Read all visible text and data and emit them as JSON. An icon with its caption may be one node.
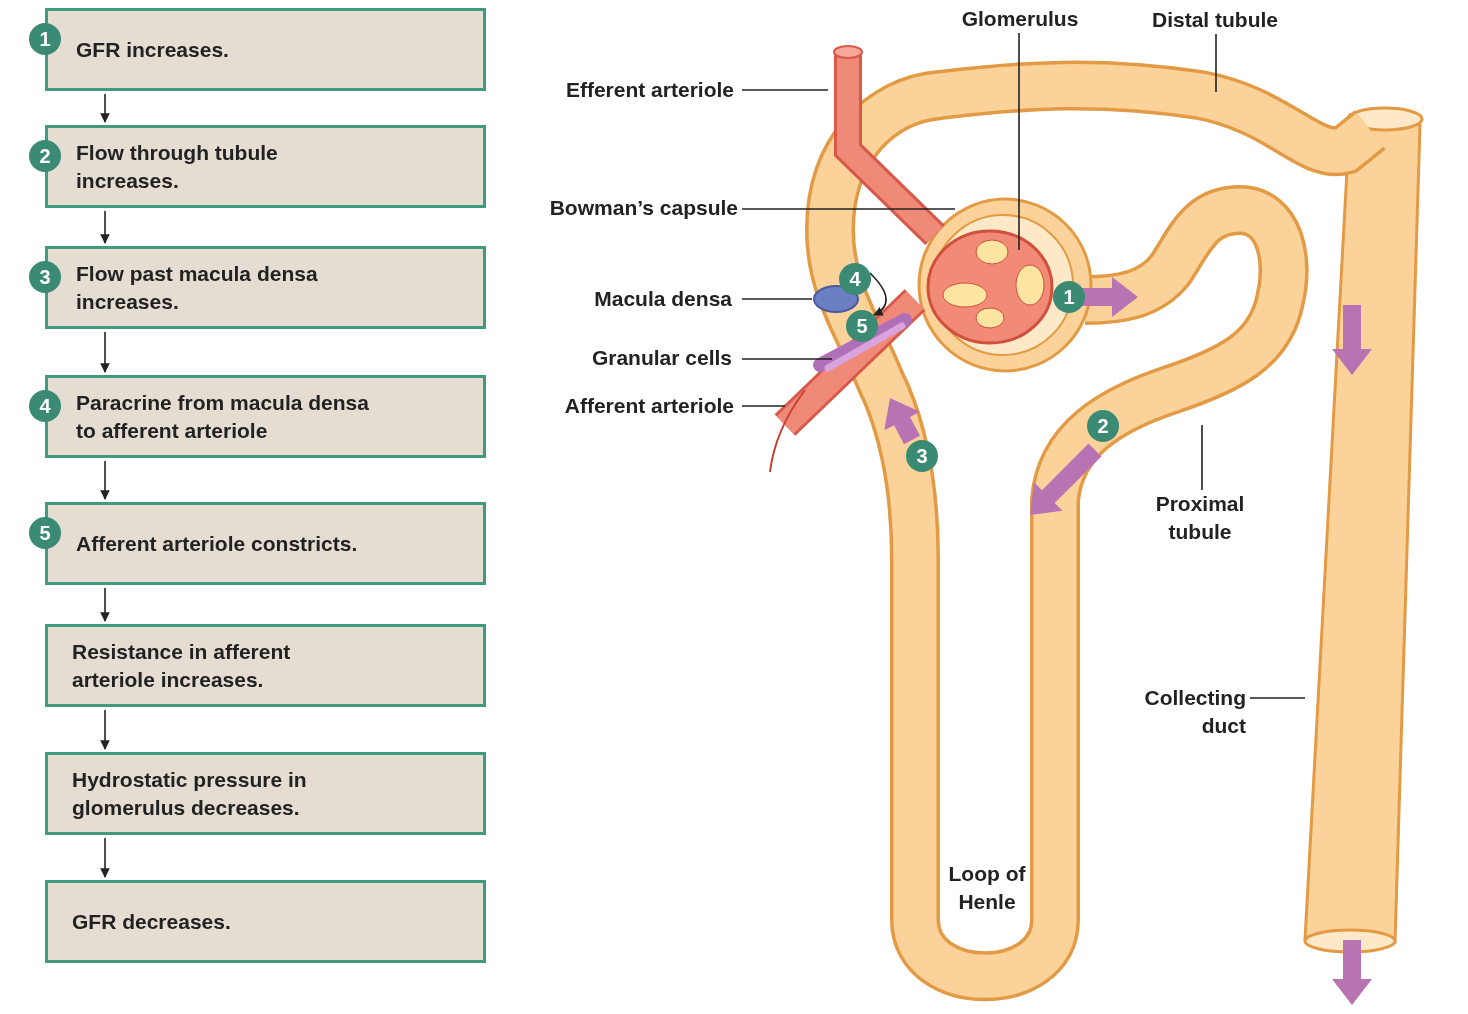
{
  "diagram": {
    "nodes": [
      {
        "text": [
          "1",
          "GFR increases."
        ]
      },
      {
        "text": [
          "2",
          "Flow through tubule increases."
        ]
      },
      {
        "text": [
          "3",
          "Flow past macula densa increases."
        ]
      },
      {
        "text": [
          "4",
          "Paracrine from macula densa to afferent arteriole"
        ]
      },
      {
        "text": [
          "5",
          "Afferent arteriole constricts."
        ]
      },
      {
        "text": [
          "Resistance in afferent arteriole increases."
        ]
      },
      {
        "text": [
          "Hydrostatic pressure in glomerulus decreases."
        ]
      },
      {
        "text": [
          "GFR decreases."
        ]
      },
      {
        "text": [
          "Efferent arteriole"
        ]
      },
      {
        "text": [
          "Glomerulus"
        ]
      },
      {
        "text": [
          "Distal tubule"
        ]
      },
      {
        "text": [
          "Bowman’s capsule"
        ]
      },
      {
        "text": [
          "Macula densa"
        ]
      },
      {
        "text": [
          "Granular cells"
        ]
      },
      {
        "text": [
          "Afferent arteriole"
        ]
      },
      {
        "text": [
          "Proximal tubule"
        ]
      },
      {
        "text": [
          "Collecting duct"
        ]
      },
      {
        "text": [
          "4"
        ]
      },
      {
        "text": [
          "5"
        ]
      },
      {
        "text": [
          "1"
        ]
      },
      {
        "text": [
          "2"
        ]
      },
      {
        "text": [
          "3"
        ]
      }
    ],
    "edges": [
      {
        "from": 0,
        "to": 1,
        "arrow": "to"
      },
      {
        "from": 1,
        "to": 2,
        "arrow": "to"
      },
      {
        "from": 2,
        "to": 3,
        "arrow": "to"
      },
      {
        "from": 3,
        "to": 4,
        "arrow": "to"
      },
      {
        "from": 4,
        "to": 5,
        "arrow": "to"
      },
      {
        "from": 5,
        "to": 6,
        "arrow": "to"
      },
      {
        "from": 6,
        "to": 7,
        "arrow": "to"
      },
      {
        "from": 8,
        "to": null,
        "arrow": "none"
      },
      {
        "from": 9,
        "to": null,
        "arrow": "none"
      },
      {
        "from": 10,
        "to": null,
        "arrow": "none"
      },
      {
        "from": 11,
        "to": null,
        "arrow": "none"
      },
      {
        "from": 12,
        "to": null,
        "arrow": "none"
      },
      {
        "from": 13,
        "to": null,
        "arrow": "none"
      },
      {
        "from": 14,
        "to": null,
        "arrow": "none"
      },
      {
        "from": 15,
        "to": null,
        "arrow": "none"
      },
      {
        "from": 16,
        "to": null,
        "arrow": "none"
      },
      {
        "from": 17,
        "to": 18,
        "arrow": "to"
      }
    ],
    "labels": [
      "Loop of Henle"
    ]
  }
}
